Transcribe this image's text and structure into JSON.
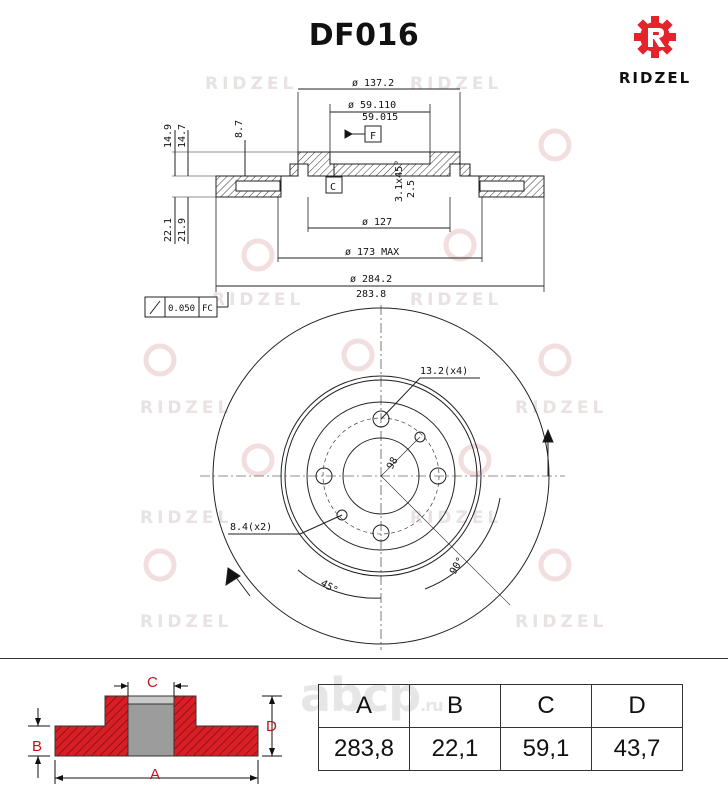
{
  "header": {
    "part_number": "DF016",
    "brand_name": "RIDZEL"
  },
  "watermark_text": "RIDZEL",
  "bottom_watermark": {
    "text": "abcp",
    "suffix": ".ru"
  },
  "cross_section": {
    "dim_137": "ø 137.2",
    "dim_59a": "ø 59.110",
    "dim_59b": "59.015",
    "dim_14_9": "14.9",
    "dim_14_7": "14.7",
    "dim_8_7": "8.7",
    "datum_f": "F",
    "datum_c": "C",
    "chamfer": "3.1x45°",
    "dim_2_5": "2.5",
    "dim_22_1": "22.1",
    "dim_21_9": "21.9",
    "dim_127": "ø 127",
    "dim_173": "ø 173 MAX",
    "dim_284a": "ø 284.2",
    "dim_284b": "283.8",
    "tolerance_value": "0.050",
    "tolerance_ref": "FC"
  },
  "front_view": {
    "bolt_holes": "13.2(x4)",
    "pcd": "98",
    "small_holes": "8.4(x2)",
    "angle_45": "45°",
    "angle_90": "90°"
  },
  "legend_labels": {
    "a": "A",
    "b": "B",
    "c": "C",
    "d": "D"
  },
  "dimensions_table": {
    "headers": [
      "A",
      "B",
      "C",
      "D"
    ],
    "values": [
      "283,8",
      "22,1",
      "59,1",
      "43,7"
    ]
  },
  "colors": {
    "brand_red": "#e3242b",
    "section_red": "#d81f26"
  }
}
